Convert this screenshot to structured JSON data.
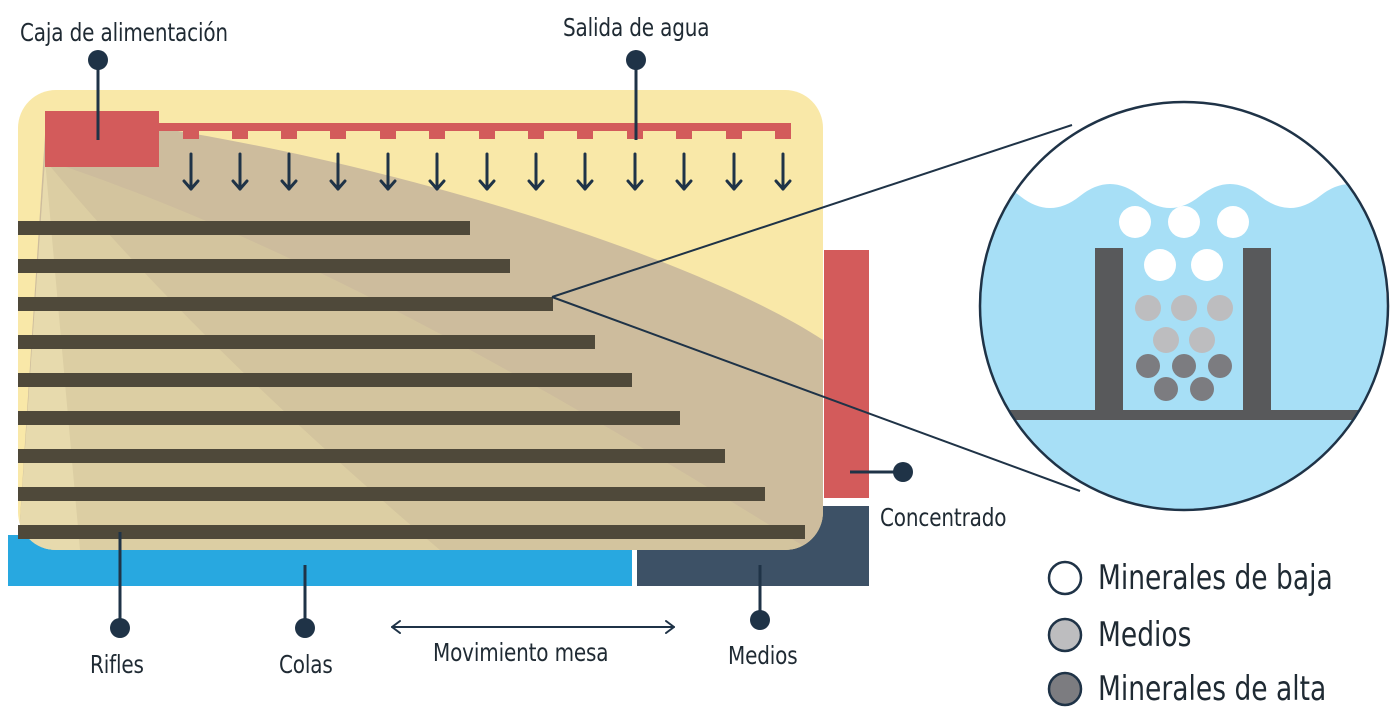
{
  "labels": {
    "feed_box": "Caja de alimentación",
    "water_outlet": "Salida de agua",
    "concentrate": "Concentrado",
    "riffles": "Rifles",
    "tailings": "Colas",
    "table_motion": "Movimiento mesa",
    "middlings": "Medios"
  },
  "legend": {
    "items": [
      {
        "label": "Minerales de baja",
        "color": "#ffffff"
      },
      {
        "label": "Medios",
        "color": "#bdbdbf"
      },
      {
        "label": "Minerales de alta",
        "color": "#7c7c80"
      }
    ]
  },
  "colors": {
    "table": "#f9e8a8",
    "fan": "#c8b79b",
    "riffle": "#4f493a",
    "feed": "#d35b5b",
    "tailings": "#28a8e0",
    "middlings": "#3d5166",
    "marker": "#1f3347",
    "water": "#a7dff6"
  }
}
